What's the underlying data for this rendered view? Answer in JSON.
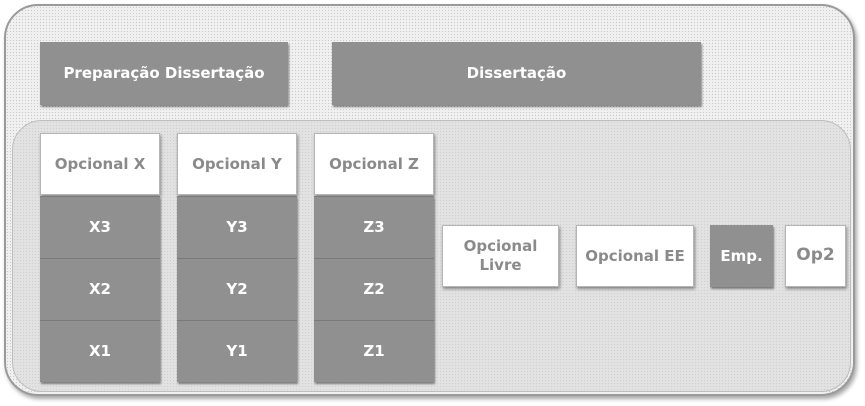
{
  "top": {
    "prep": "Preparação Dissertação",
    "diss": "Dissertação"
  },
  "columns": {
    "x": {
      "header": "Opcional X",
      "items": [
        "X3",
        "X2",
        "X1"
      ]
    },
    "y": {
      "header": "Opcional Y",
      "items": [
        "Y3",
        "Y2",
        "Y1"
      ]
    },
    "z": {
      "header": "Opcional Z",
      "items": [
        "Z3",
        "Z2",
        "Z1"
      ]
    }
  },
  "side": {
    "livre": "Opcional Livre",
    "ee": "Opcional EE",
    "emp": "Emp.",
    "op2": "Op2"
  }
}
